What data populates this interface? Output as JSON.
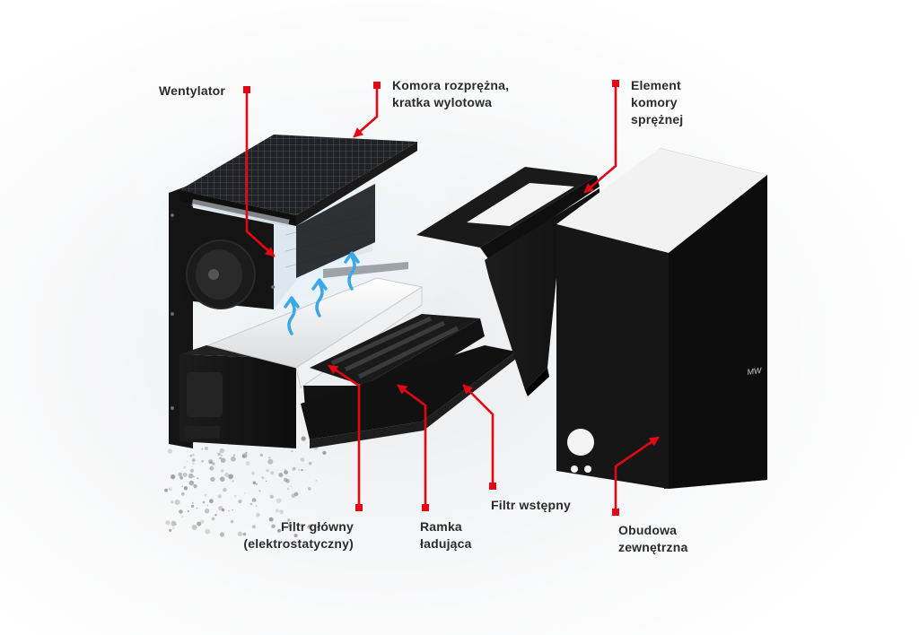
{
  "colors": {
    "accent_red": "#e30613",
    "housing_black": "#161616",
    "airflow_blue": "#3aa7e8",
    "label_text": "#2b2b2b"
  },
  "callouts": {
    "fan": {
      "lines": [
        "Wentylator"
      ]
    },
    "chamber": {
      "lines": [
        "Komora rozprężna,",
        "kratka wylotowa"
      ]
    },
    "element": {
      "lines": [
        "Element",
        "komory",
        "sprężnej"
      ]
    },
    "main_filter": {
      "lines": [
        "Filtr główny",
        "(elektrostatyczny)"
      ]
    },
    "frame": {
      "lines": [
        "Ramka",
        "ładująca"
      ]
    },
    "pre_filter": {
      "lines": [
        "Filtr wstępny"
      ]
    },
    "housing": {
      "lines": [
        "Obudowa",
        "zewnętrzna"
      ]
    }
  },
  "housing_logo": "MW"
}
